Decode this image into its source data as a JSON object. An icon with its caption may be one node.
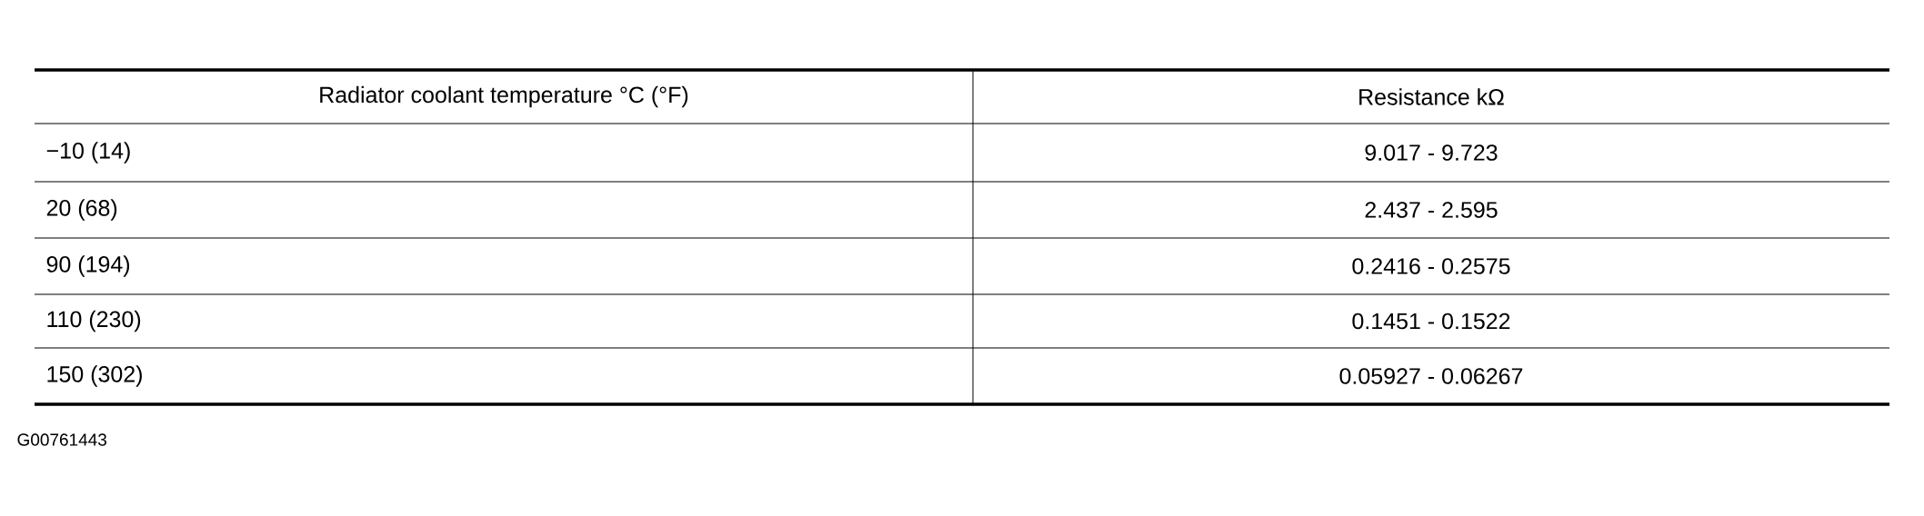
{
  "diagram": {
    "labels": [
      "Radiator coolant temperature °C (°F)",
      "Resistance kΩ",
      "−10 (14)",
      "9.017 - 9.723",
      "20 (68)",
      "2.437 - 2.595",
      "90 (194)",
      "0.2416 - 0.2575",
      "110 (230)",
      "0.1451 - 0.1522",
      "150 (302)",
      "0.05927 - 0.06267",
      "G00761443"
    ]
  }
}
